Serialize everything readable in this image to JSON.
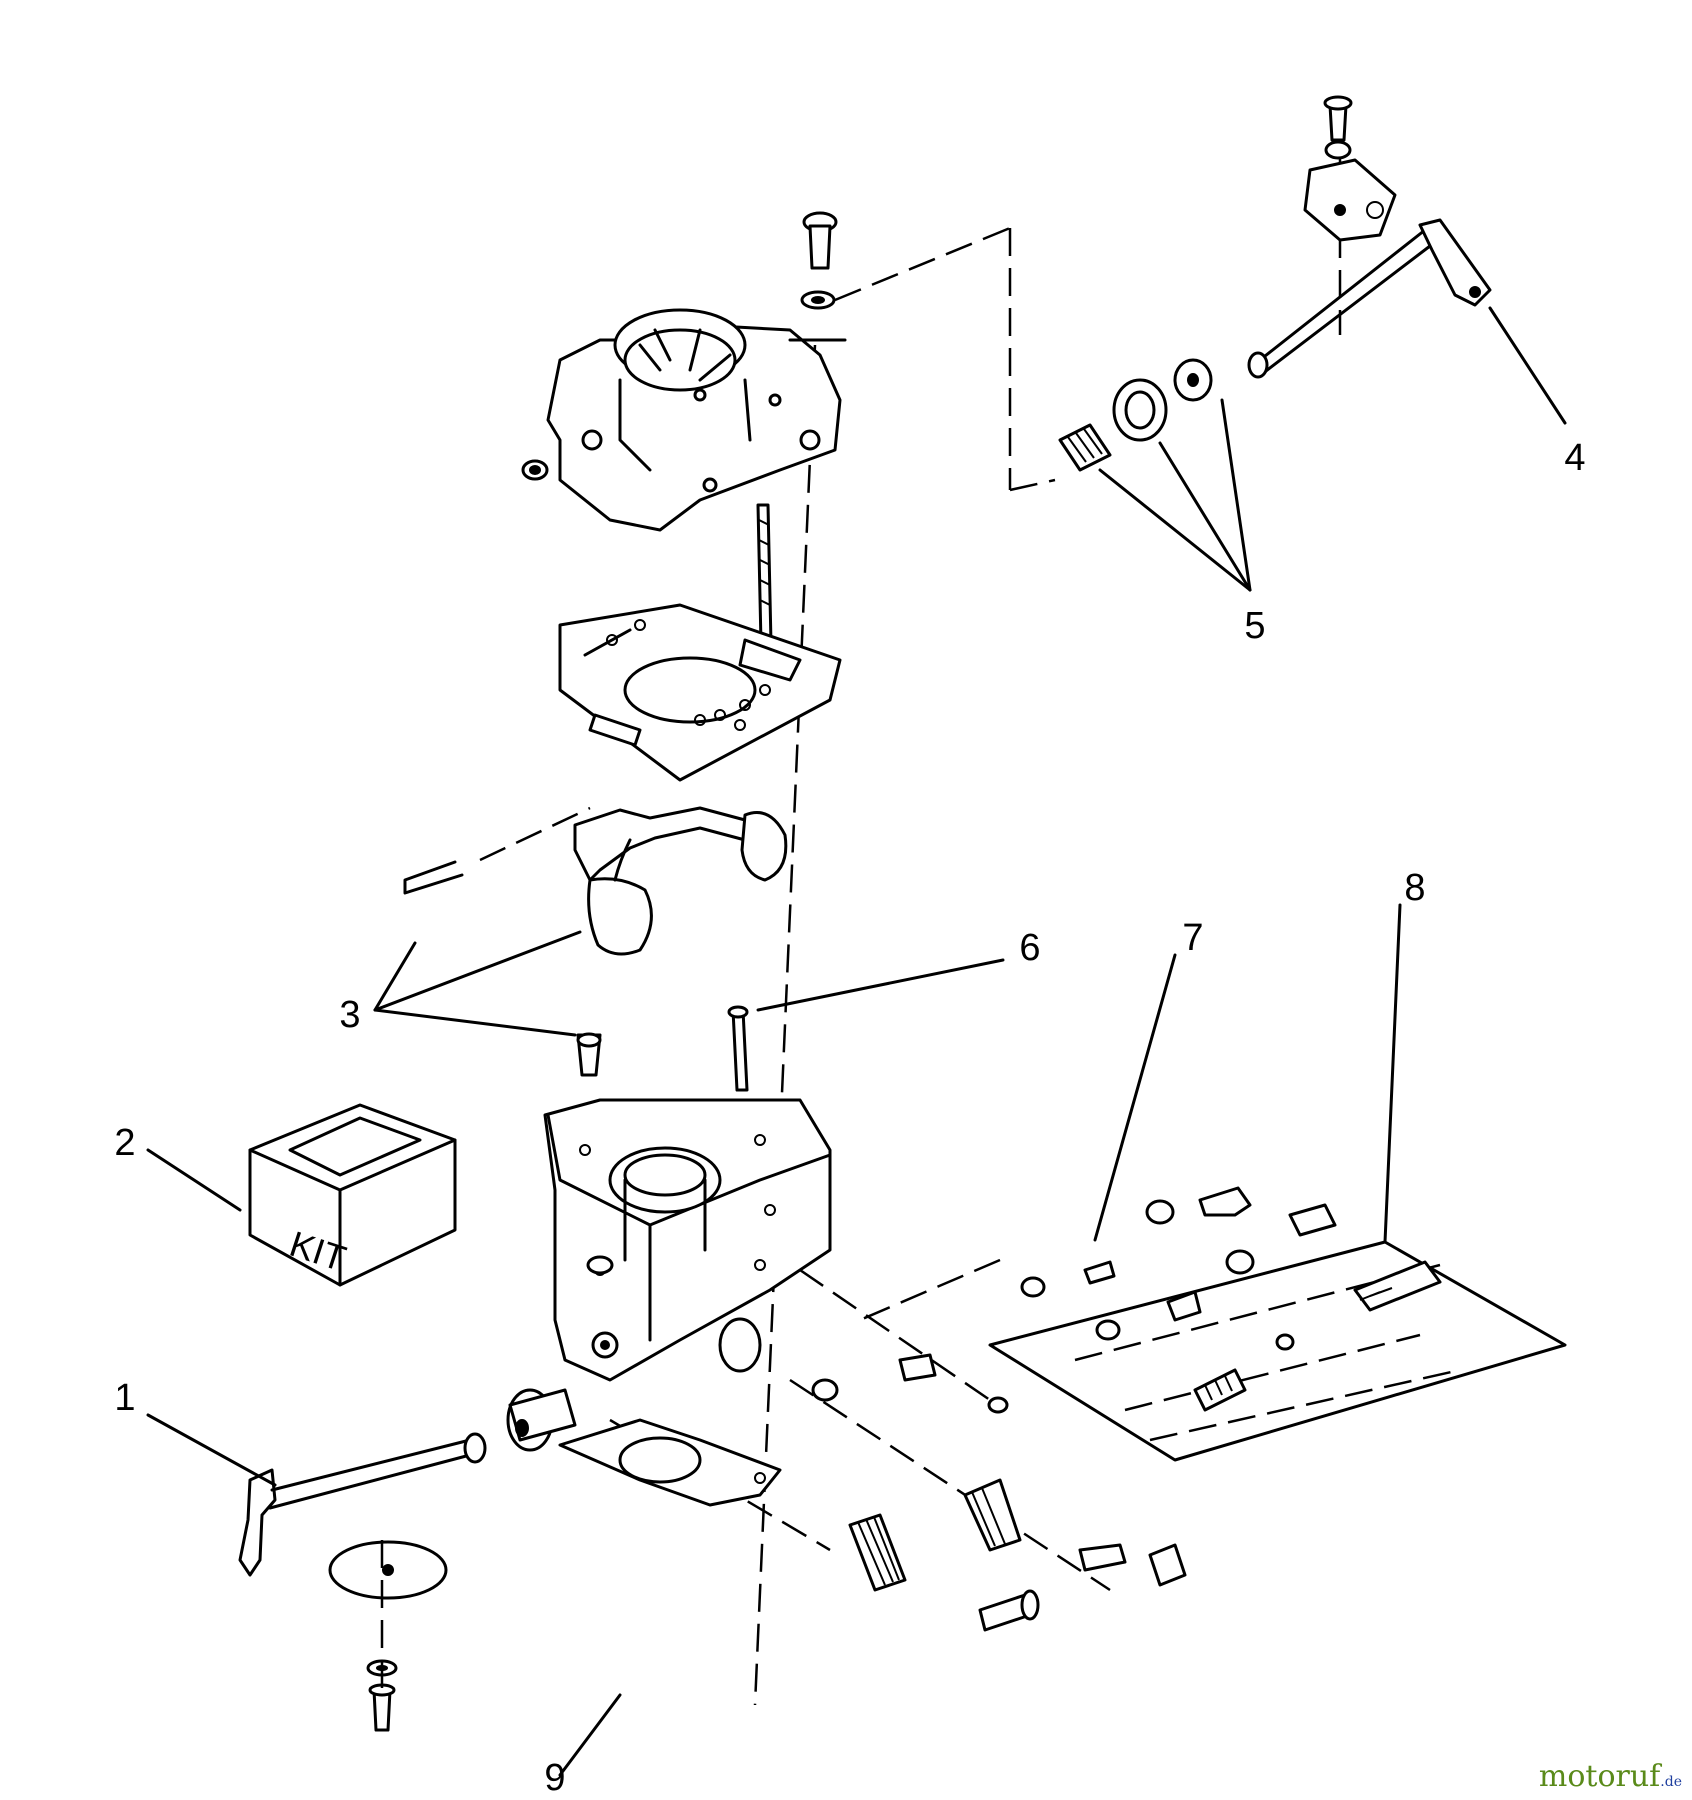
{
  "callouts": [
    "1",
    "2",
    "3",
    "4",
    "5",
    "6",
    "7",
    "8",
    "9"
  ],
  "kit_box_label": "KIT",
  "watermark": {
    "brand": "motoruf",
    "suffix": ".de",
    "colors": {
      "brand": "#5a8a1a",
      "suffix": "#1f3f9f"
    }
  }
}
